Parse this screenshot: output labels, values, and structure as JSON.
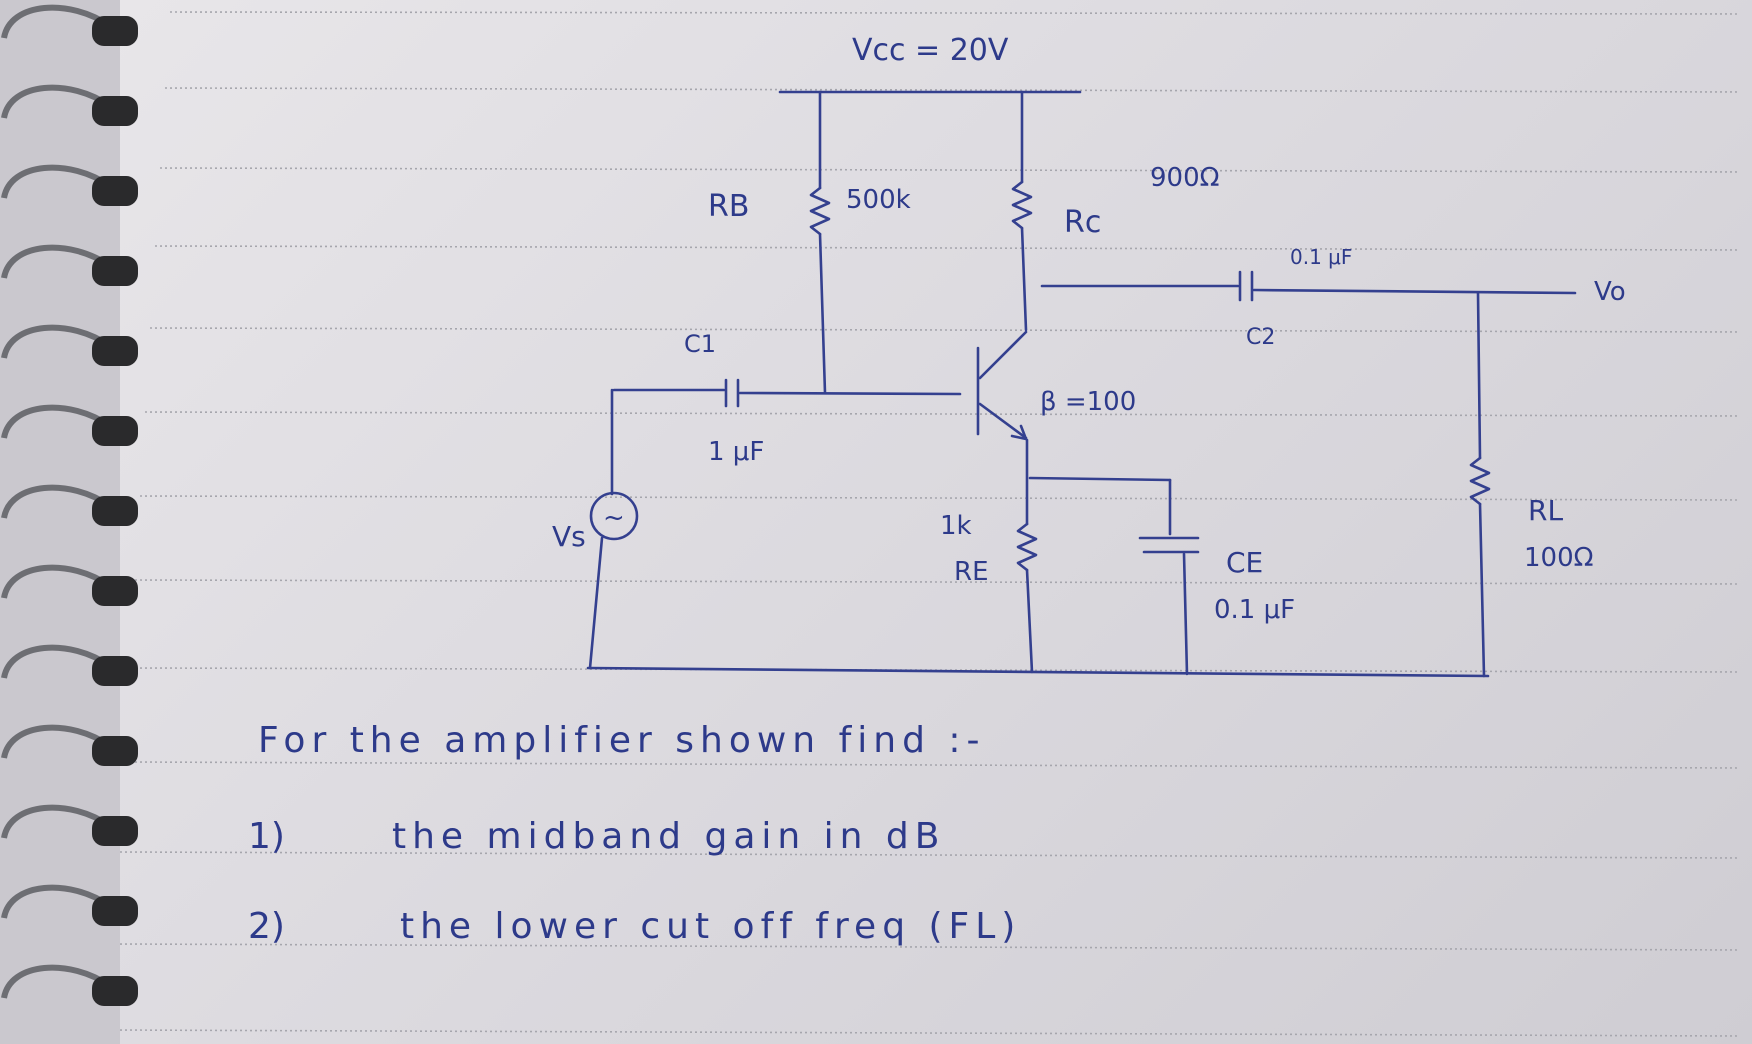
{
  "circuit": {
    "vcc": "Vcc = 20V",
    "rb_name": "RB",
    "rb_value": "500k",
    "rc_name": "Rc",
    "rc_value": "900Ω",
    "c1_name": "C1",
    "c1_value": "1 μF",
    "c2_name": "C2",
    "c2_value": "0.1 μF",
    "beta": "β =100",
    "output": "Vo",
    "source": "Vs",
    "source_symbol": "~",
    "re_value": "1k",
    "re_name": "RE",
    "ce_name": "CE",
    "ce_value": "0.1 μF",
    "rl_name": "RL",
    "rl_value": "100Ω"
  },
  "question": {
    "intro": "For the amplifier shown find :-",
    "items": [
      {
        "num": "1)",
        "text": "the midband gain in dB"
      },
      {
        "num": "2)",
        "text": "the lower cut off freq (FL)"
      }
    ]
  },
  "colors": {
    "ink": "#2d3a8a",
    "paper": "#e4e2e6"
  }
}
